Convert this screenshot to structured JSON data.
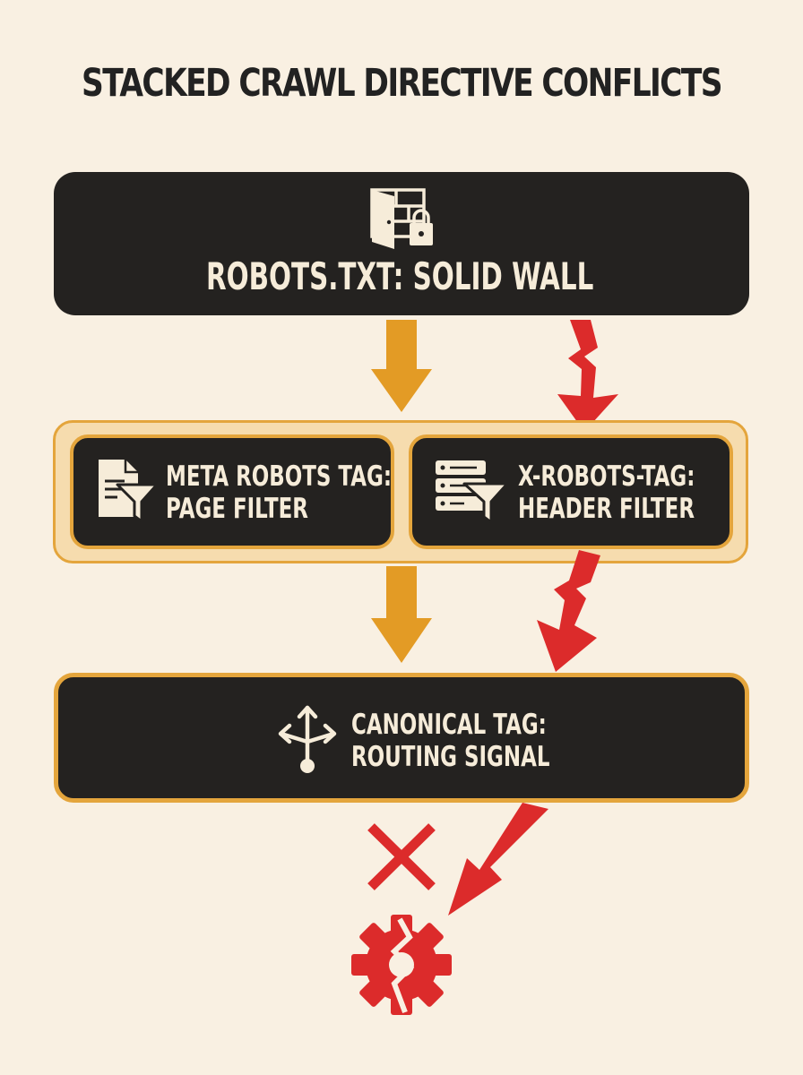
{
  "title": "STACKED CRAWL DIRECTIVE CONFLICTS",
  "layers": {
    "robots_txt": {
      "label": "ROBOTS.TXT: SOLID WALL",
      "icon": "door-lock-icon"
    },
    "meta_robots": {
      "line1": "META ROBOTS TAG:",
      "line2": "PAGE FILTER",
      "icon": "document-filter-icon"
    },
    "x_robots": {
      "line1": "X-ROBOTS-TAG:",
      "line2": "HEADER FILTER",
      "icon": "server-filter-icon"
    },
    "canonical": {
      "line1": "CANONICAL TAG:",
      "line2": "ROUTING SIGNAL",
      "icon": "routing-branch-icon"
    }
  },
  "outcome": {
    "icons": [
      "x-mark-icon",
      "broken-gear-icon"
    ]
  },
  "colors": {
    "background": "#f9f0e2",
    "box_dark": "#242220",
    "accent_orange": "#e4a53c",
    "arrow_orange": "#e39b25",
    "conflict_red": "#dc2b2b",
    "text_light": "#f6ecd9"
  }
}
